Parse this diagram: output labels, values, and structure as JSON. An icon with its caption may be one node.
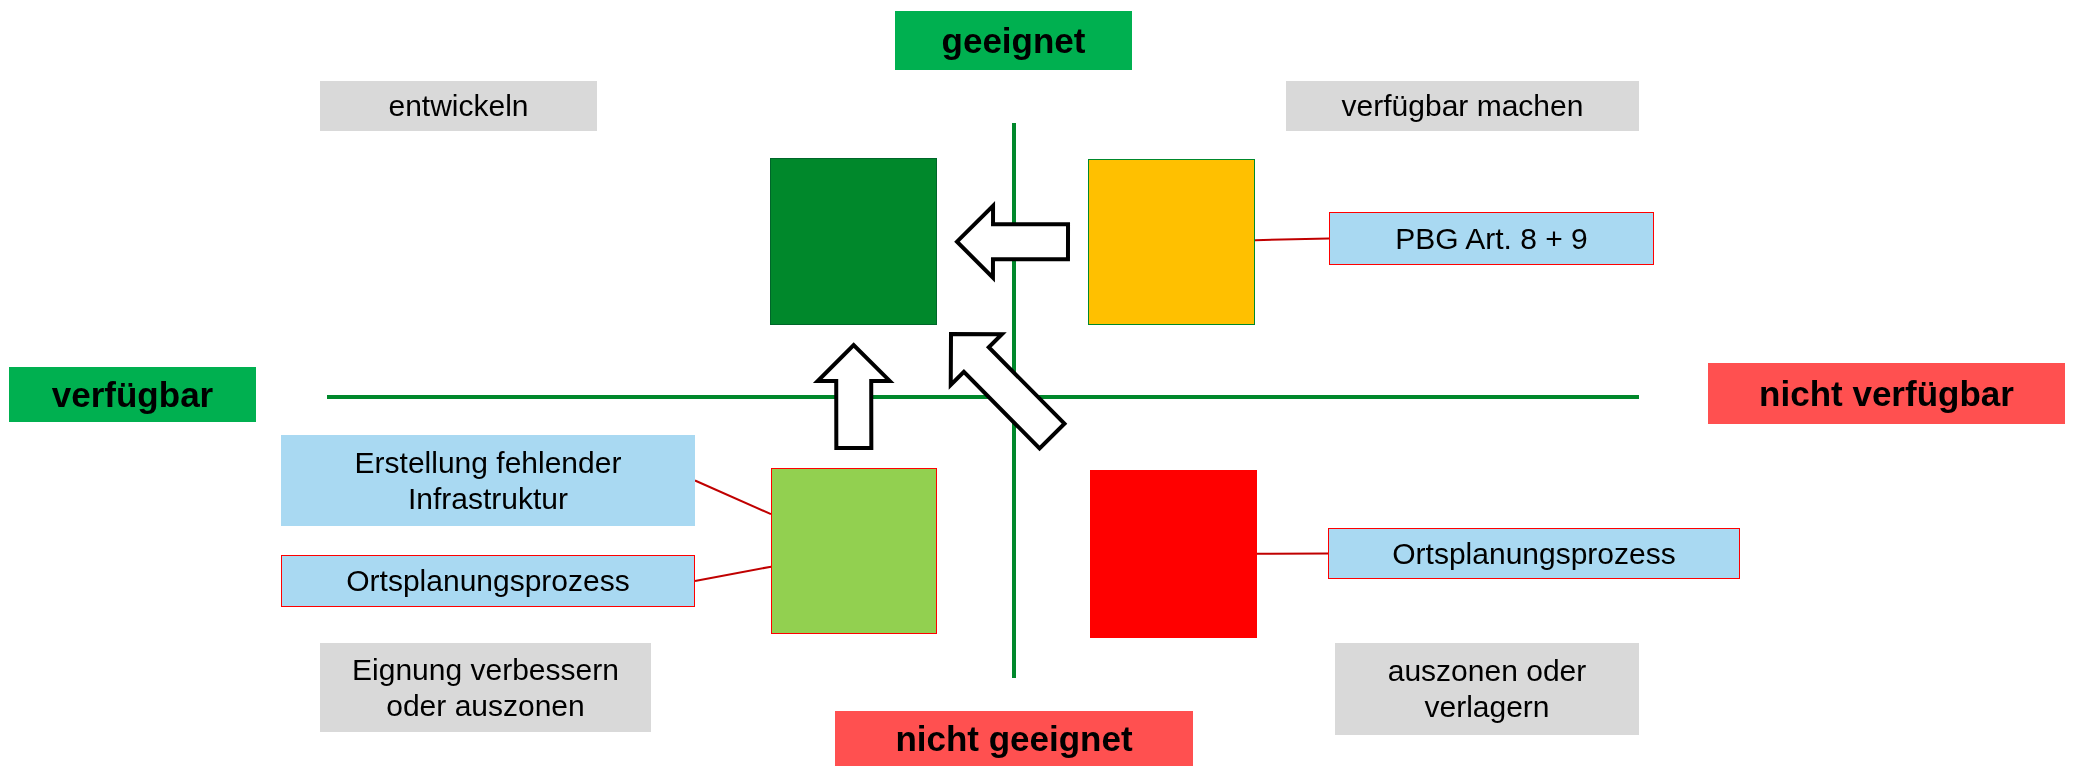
{
  "diagram": {
    "nodes": [
      {
        "text": [
          "geeignet"
        ]
      },
      {
        "text": [
          "entwickeln"
        ]
      },
      {
        "text": [
          "verfügbar machen"
        ]
      },
      {
        "text": [],
        "shape": "box"
      },
      {
        "text": [],
        "shape": "box"
      },
      {
        "text": [
          "PBG Art. 8 + 9"
        ]
      },
      {
        "text": [
          "verfügbar"
        ]
      },
      {
        "text": [
          "nicht verfügbar"
        ]
      },
      {
        "text": [
          "Erstellung fehlender Infrastruktur"
        ]
      },
      {
        "text": [],
        "shape": "box"
      },
      {
        "text": [],
        "shape": "box"
      },
      {
        "text": [
          "Ortsplanungsprozess"
        ]
      },
      {
        "text": [
          "Ortsplanungsprozess"
        ]
      },
      {
        "text": [
          "Eignung verbessern oder auszonen"
        ]
      },
      {
        "text": [
          "auszonen oder verlagern"
        ]
      },
      {
        "text": [
          "nicht geeignet"
        ]
      }
    ],
    "edges": [
      {
        "from": 4,
        "to": 3,
        "arrow": "to",
        "style": "thick"
      },
      {
        "from": 9,
        "to": 3,
        "arrow": "to",
        "style": "thick"
      },
      {
        "from": 10,
        "to": 3,
        "arrow": "to",
        "style": "thick"
      },
      {
        "from": 5,
        "to": 4,
        "arrow": "none"
      },
      {
        "from": 8,
        "to": 9,
        "arrow": "none"
      },
      {
        "from": 11,
        "to": 9,
        "arrow": "none"
      },
      {
        "from": 12,
        "to": 10,
        "arrow": "none"
      }
    ]
  }
}
